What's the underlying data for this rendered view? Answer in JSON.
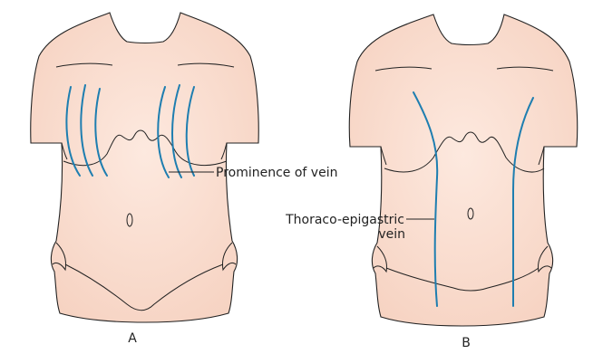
{
  "figure_a": {
    "caption": "A",
    "callout": "Prominence of vein"
  },
  "figure_b": {
    "caption": "B",
    "callout_line1": "Thoraco-epigastric",
    "callout_line2": "vein"
  },
  "colors": {
    "skin": "#fbe2d6",
    "skin_shadow": "#f4cdbb",
    "outline": "#222222",
    "vein": "#1e7eb0"
  }
}
